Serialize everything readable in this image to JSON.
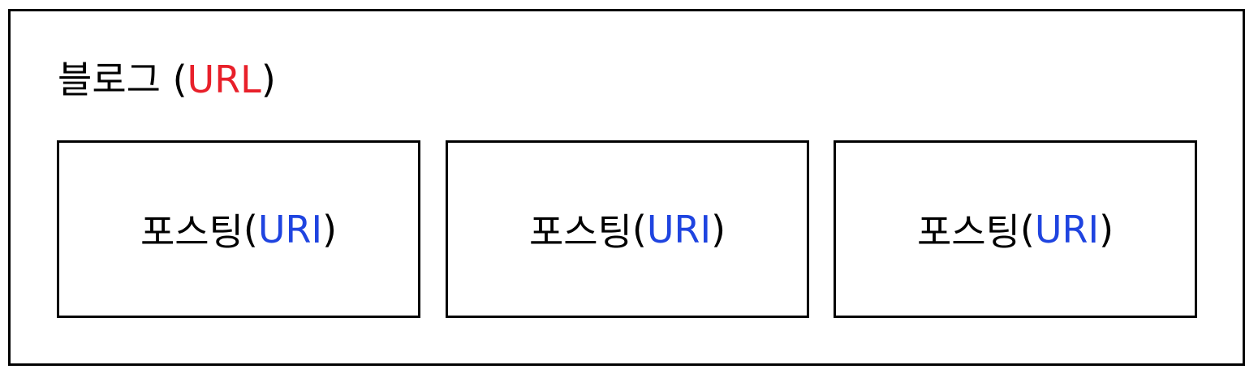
{
  "blog": {
    "label": "블로그",
    "open_paren": " (",
    "url": "URL",
    "close_paren": ")"
  },
  "posts": [
    {
      "label": "포스팅",
      "open_paren": " (",
      "uri": "URI",
      "close_paren": ")"
    },
    {
      "label": "포스팅",
      "open_paren": " (",
      "uri": "URI",
      "close_paren": ")"
    },
    {
      "label": "포스팅",
      "open_paren": " (",
      "uri": "URI",
      "close_paren": ")"
    }
  ],
  "colors": {
    "url_accent": "#e8202a",
    "uri_accent": "#1f44e0",
    "border": "#000000"
  }
}
